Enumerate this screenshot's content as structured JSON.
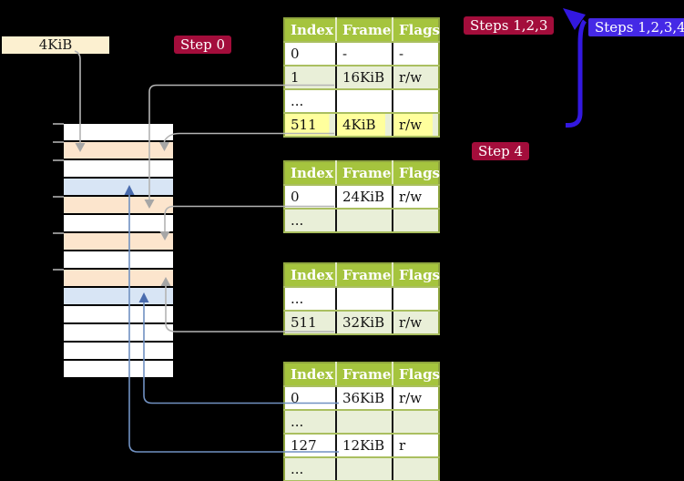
{
  "labels": {
    "frame_size_box": "4KiB"
  },
  "badges": {
    "step0": {
      "label": "Step 0"
    },
    "steps123": {
      "label": "Steps 1,2,3"
    },
    "steps1234": {
      "label": "Steps 1,2,3,4"
    },
    "step4": {
      "label": "Step 4"
    }
  },
  "memory_column": {
    "rows": [
      "white",
      "orange",
      "white",
      "blue",
      "orange",
      "white",
      "orange",
      "white",
      "orange",
      "blue",
      "white",
      "white",
      "white",
      "white"
    ]
  },
  "tables": [
    {
      "id": "page-table-1",
      "headers": [
        "Index",
        "Frame",
        "Flags"
      ],
      "rows": [
        {
          "cells": [
            "0",
            "-",
            "-"
          ]
        },
        {
          "cells": [
            "1",
            "16KiB",
            "r/w"
          ],
          "connector": "to-16KiB-row"
        },
        {
          "cells": [
            "...",
            "",
            ""
          ]
        },
        {
          "cells": [
            "511",
            "4KiB",
            "r/w"
          ],
          "highlight": true,
          "connector": "to-4KiB-row"
        }
      ]
    },
    {
      "id": "page-table-2",
      "headers": [
        "Index",
        "Frame",
        "Flags"
      ],
      "rows": [
        {
          "cells": [
            "0",
            "24KiB",
            "r/w"
          ],
          "connector": "to-24KiB-row"
        },
        {
          "cells": [
            "...",
            "",
            ""
          ]
        }
      ]
    },
    {
      "id": "page-table-3",
      "headers": [
        "Index",
        "Frame",
        "Flags"
      ],
      "rows": [
        {
          "cells": [
            "...",
            "",
            ""
          ]
        },
        {
          "cells": [
            "511",
            "32KiB",
            "r/w"
          ],
          "connector": "to-32KiB-row"
        }
      ]
    },
    {
      "id": "page-table-4",
      "headers": [
        "Index",
        "Frame",
        "Flags"
      ],
      "rows": [
        {
          "cells": [
            "0",
            "36KiB",
            "r/w"
          ],
          "connector": "to-36KiB-row"
        },
        {
          "cells": [
            "...",
            "",
            ""
          ]
        },
        {
          "cells": [
            "127",
            "12KiB",
            "r"
          ],
          "connector": "to-12KiB-row"
        },
        {
          "cells": [
            "...",
            "",
            ""
          ]
        }
      ]
    }
  ],
  "icons": {
    "big_return_arrow": "curved-up-left-arrow",
    "gray_connectors": "pointer-arrow",
    "blue_connectors": "pointer-arrow"
  },
  "colors": {
    "background": "#000000",
    "table_header_bg": "#a5c43e",
    "table_row_alt_bg": "#e9efd8",
    "table_border_olive": "#8fa53f",
    "row_divider": "#aabf60",
    "column_divider": "#141414",
    "header_divider": "#e3ecc4",
    "highlight_yellow": "#ffff9d",
    "badge_red": "#a30d3b",
    "badge_blue": "#4529e6",
    "arrow_blue_big": "#3318e0",
    "connector_gray": "#b4b4b4",
    "connector_gray_head": "#a6a6a6",
    "connector_blue": "#7191c2",
    "connector_blue_head": "#4a6cae",
    "memory_orange": "#fce5cd",
    "memory_blue": "#d8e5f5",
    "memory_white": "#ffffff",
    "label_box_bg": "#fcf0d0",
    "tick_gray": "#8c8c8c"
  }
}
